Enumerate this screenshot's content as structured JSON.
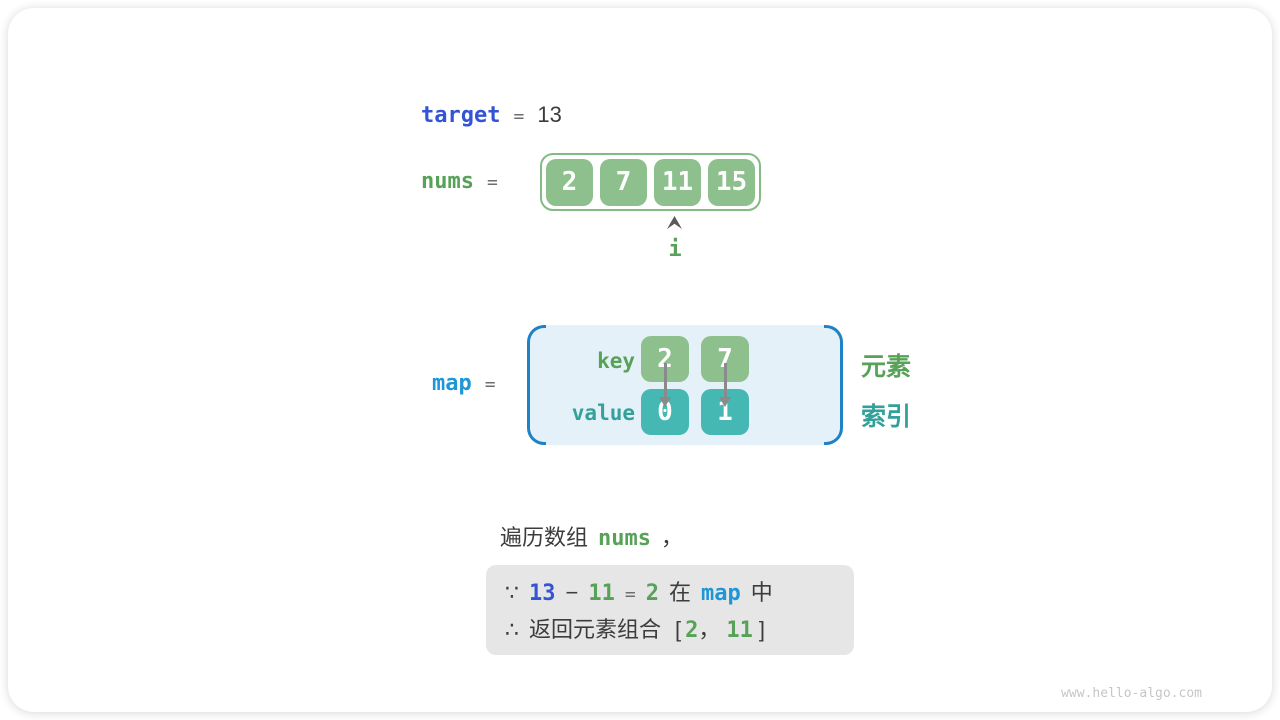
{
  "watermark": "www.hello-algo.com",
  "icons": {
    "pointer": "caret-up-icon",
    "key_value_link": "arrow-down-icon"
  },
  "colors": {
    "royal_blue": "#3354d4",
    "sky_blue": "#1e96d7",
    "green": "#58a158",
    "teal": "#33a09a",
    "cell_green": "#8dc08d",
    "cell_teal": "#45b8b3",
    "array_border_green": "#83bb83",
    "map_background": "#e4f1f9",
    "map_bracket_blue": "#1e82c6",
    "conclusion_box_gray": "#e6e6e6",
    "text_dark": "#3c3c3c"
  },
  "target_line": {
    "label": "target",
    "equals": "=",
    "value": "13"
  },
  "nums_line": {
    "label": "nums",
    "equals": "=",
    "cells": [
      "2",
      "7",
      "11",
      "15"
    ],
    "pointer_label": "i",
    "pointer_cell_index": 2
  },
  "map_section": {
    "label": "map",
    "equals": "=",
    "key_label": "key",
    "value_label": "value",
    "keys": [
      "2",
      "7"
    ],
    "values": [
      "0",
      "1"
    ],
    "element_label": "元素",
    "index_label": "索引"
  },
  "caption": {
    "text": "遍历数组",
    "code": "nums",
    "comma": "，"
  },
  "conclusion": {
    "line1": {
      "because": "∵",
      "target": "13",
      "minus": "−",
      "current": "11",
      "equals": "=",
      "result": "2",
      "in_word": "在",
      "map": "map",
      "suffix": "中"
    },
    "line2": {
      "therefore": "∴",
      "text": "返回元素组合",
      "bracket_open": "[",
      "first": "2",
      "comma": "，",
      "second": "11",
      "bracket_close": "]"
    }
  }
}
